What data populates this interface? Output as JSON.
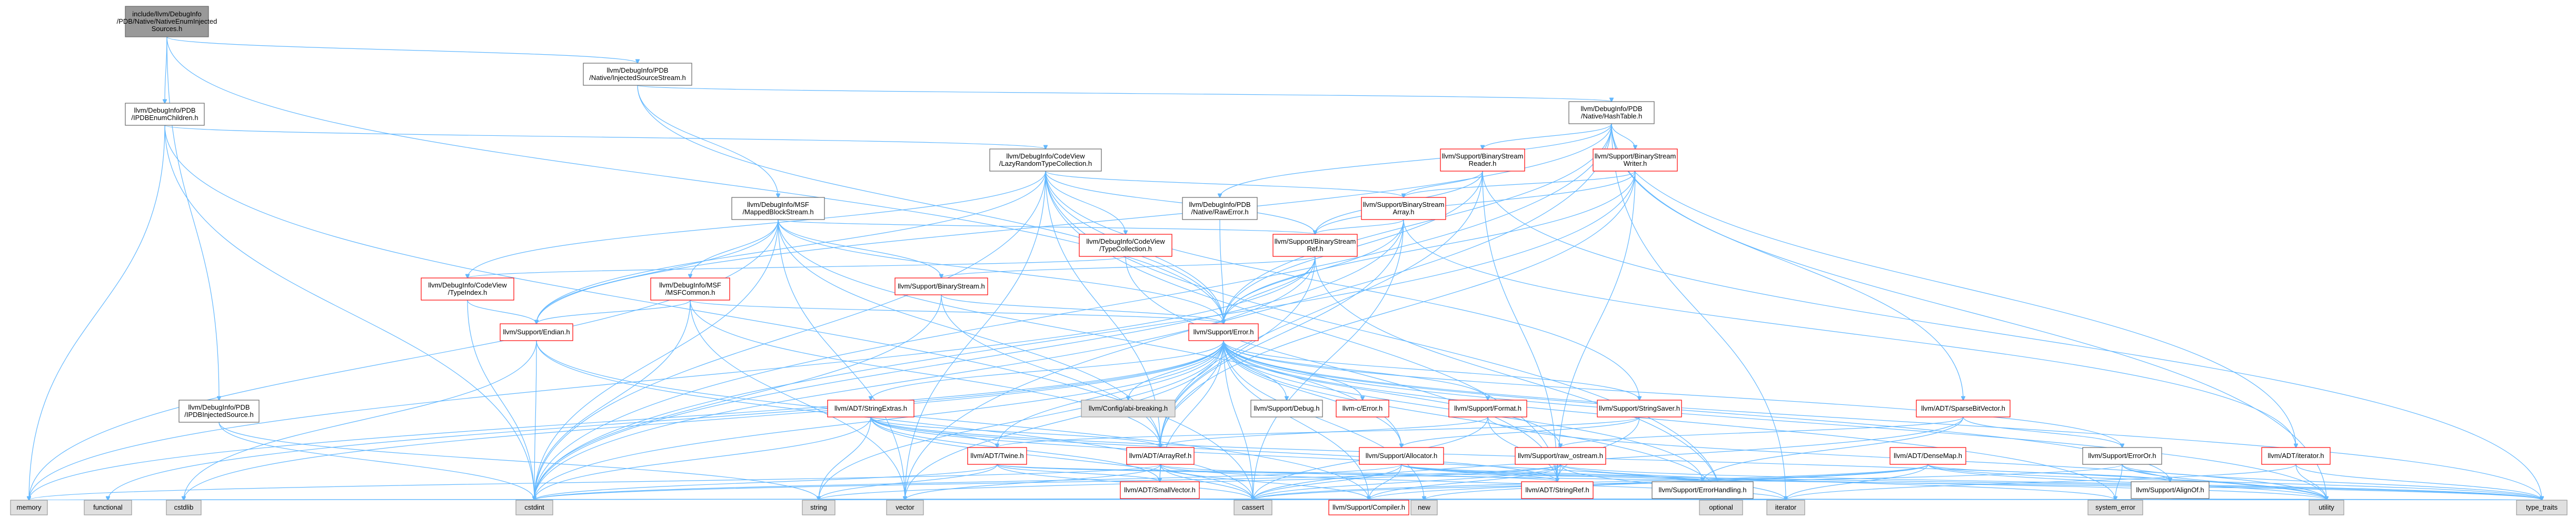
{
  "graph": {
    "nodes": [
      {
        "id": "root",
        "style": "root",
        "lines": [
          "include/llvm/DebugInfo",
          "/PDB/Native/NativeEnumInjected",
          "Sources.h"
        ]
      },
      {
        "id": "injsrcstream",
        "style": "white",
        "lines": [
          "llvm/DebugInfo/PDB",
          "/Native/InjectedSourceStream.h"
        ]
      },
      {
        "id": "ipdbenum",
        "style": "white",
        "lines": [
          "llvm/DebugInfo/PDB",
          "/IPDBEnumChildren.h"
        ]
      },
      {
        "id": "hashtable",
        "style": "white",
        "lines": [
          "llvm/DebugInfo/PDB",
          "/Native/HashTable.h"
        ]
      },
      {
        "id": "lazytype",
        "style": "white",
        "lines": [
          "llvm/DebugInfo/CodeView",
          "/LazyRandomTypeCollection.h"
        ]
      },
      {
        "id": "bsreader",
        "style": "red",
        "lines": [
          "llvm/Support/BinaryStream",
          "Reader.h"
        ]
      },
      {
        "id": "bswriter",
        "style": "red",
        "lines": [
          "llvm/Support/BinaryStream",
          "Writer.h"
        ]
      },
      {
        "id": "msf",
        "style": "white",
        "lines": [
          "llvm/DebugInfo/MSF",
          "/MappedBlockStream.h"
        ]
      },
      {
        "id": "rawerror",
        "style": "white",
        "lines": [
          "llvm/DebugInfo/PDB",
          "/Native/RawError.h"
        ]
      },
      {
        "id": "bsarray",
        "style": "red",
        "lines": [
          "llvm/Support/BinaryStream",
          "Array.h"
        ]
      },
      {
        "id": "typecoll",
        "style": "red",
        "lines": [
          "llvm/DebugInfo/CodeView",
          "/TypeCollection.h"
        ]
      },
      {
        "id": "bsref",
        "style": "red",
        "lines": [
          "llvm/Support/BinaryStream",
          "Ref.h"
        ]
      },
      {
        "id": "typeindex",
        "style": "red",
        "lines": [
          "llvm/DebugInfo/CodeView",
          "/TypeIndex.h"
        ]
      },
      {
        "id": "msfcommon",
        "style": "red",
        "lines": [
          "llvm/DebugInfo/MSF",
          "/MSFCommon.h"
        ]
      },
      {
        "id": "bstream",
        "style": "red",
        "lines": [
          "llvm/Support/BinaryStream.h"
        ]
      },
      {
        "id": "endian",
        "style": "red",
        "lines": [
          "llvm/Support/Endian.h"
        ]
      },
      {
        "id": "error",
        "style": "red",
        "lines": [
          "llvm/Support/Error.h"
        ]
      },
      {
        "id": "ipdbinj",
        "style": "white",
        "lines": [
          "llvm/DebugInfo/PDB",
          "/IPDBInjectedSource.h"
        ]
      },
      {
        "id": "stringextras",
        "style": "red",
        "lines": [
          "llvm/ADT/StringExtras.h"
        ]
      },
      {
        "id": "configbreak",
        "style": "grey",
        "lines": [
          "llvm/Config/abi-breaking.h"
        ]
      },
      {
        "id": "debug",
        "style": "white",
        "lines": [
          "llvm/Support/Debug.h"
        ]
      },
      {
        "id": "errorc",
        "style": "red",
        "lines": [
          "llvm-c/Error.h"
        ]
      },
      {
        "id": "format",
        "style": "red",
        "lines": [
          "llvm/Support/Format.h"
        ]
      },
      {
        "id": "saver",
        "style": "red",
        "lines": [
          "llvm/Support/StringSaver.h"
        ]
      },
      {
        "id": "sparsebv",
        "style": "red",
        "lines": [
          "llvm/ADT/SparseBitVector.h"
        ]
      },
      {
        "id": "twine",
        "style": "red",
        "lines": [
          "llvm/ADT/Twine.h"
        ]
      },
      {
        "id": "arrayref",
        "style": "red",
        "lines": [
          "llvm/ADT/ArrayRef.h"
        ]
      },
      {
        "id": "allocator",
        "style": "red",
        "lines": [
          "llvm/Support/Allocator.h"
        ]
      },
      {
        "id": "rawostream",
        "style": "red",
        "lines": [
          "llvm/Support/raw_ostream.h"
        ]
      },
      {
        "id": "denmap",
        "style": "red",
        "lines": [
          "llvm/ADT/DenseMap.h"
        ]
      },
      {
        "id": "erroror",
        "style": "white",
        "lines": [
          "llvm/Support/ErrorOr.h"
        ]
      },
      {
        "id": "adtiter",
        "style": "red",
        "lines": [
          "llvm/ADT/iterator.h"
        ]
      },
      {
        "id": "smallvec",
        "style": "red",
        "lines": [
          "llvm/ADT/SmallVector.h"
        ]
      },
      {
        "id": "stringref",
        "style": "red",
        "lines": [
          "llvm/ADT/StringRef.h"
        ]
      },
      {
        "id": "errhandling",
        "style": "white",
        "lines": [
          "llvm/Support/ErrorHandling.h"
        ]
      },
      {
        "id": "alignof",
        "style": "white",
        "lines": [
          "llvm/Support/AlignOf.h"
        ]
      },
      {
        "id": "compiler",
        "style": "red",
        "lines": [
          "llvm/Support/Compiler.h"
        ]
      },
      {
        "id": "cstdint",
        "style": "grey",
        "lines": [
          "cstdint"
        ]
      },
      {
        "id": "vector",
        "style": "grey",
        "lines": [
          "vector"
        ]
      },
      {
        "id": "optional",
        "style": "grey",
        "lines": [
          "optional"
        ]
      },
      {
        "id": "syserr",
        "style": "grey",
        "lines": [
          "system_error"
        ]
      },
      {
        "id": "memory",
        "style": "grey",
        "lines": [
          "memory"
        ]
      },
      {
        "id": "functional",
        "style": "grey",
        "lines": [
          "functional"
        ]
      },
      {
        "id": "cstdlib",
        "style": "grey",
        "lines": [
          "cstdlib"
        ]
      },
      {
        "id": "string",
        "style": "grey",
        "lines": [
          "string"
        ]
      },
      {
        "id": "cassert",
        "style": "grey",
        "lines": [
          "cassert"
        ]
      },
      {
        "id": "new",
        "style": "grey",
        "lines": [
          "new"
        ]
      },
      {
        "id": "iterator",
        "style": "grey",
        "lines": [
          "iterator"
        ]
      },
      {
        "id": "utility",
        "style": "grey",
        "lines": [
          "utility"
        ]
      },
      {
        "id": "typetraits",
        "style": "grey",
        "lines": [
          "type_traits"
        ]
      }
    ],
    "edges": [
      [
        "root",
        "injsrcstream"
      ],
      [
        "root",
        "ipdbenum"
      ],
      [
        "root",
        "ipdbinj"
      ],
      [
        "root",
        "error"
      ],
      [
        "injsrcstream",
        "hashtable"
      ],
      [
        "injsrcstream",
        "msf"
      ],
      [
        "injsrcstream",
        "error"
      ],
      [
        "ipdbenum",
        "lazytype"
      ],
      [
        "ipdbenum",
        "cassert"
      ],
      [
        "ipdbenum",
        "cstdint"
      ],
      [
        "ipdbenum",
        "memory"
      ],
      [
        "hashtable",
        "bsreader"
      ],
      [
        "hashtable",
        "bswriter"
      ],
      [
        "hashtable",
        "rawerror"
      ],
      [
        "hashtable",
        "sparsebv"
      ],
      [
        "hashtable",
        "iterator"
      ],
      [
        "hashtable",
        "error"
      ],
      [
        "hashtable",
        "cstdint"
      ],
      [
        "hashtable",
        "adtiter"
      ],
      [
        "hashtable",
        "utility"
      ],
      [
        "hashtable",
        "vector"
      ],
      [
        "hashtable",
        "endian"
      ],
      [
        "lazytype",
        "typecoll"
      ],
      [
        "lazytype",
        "typeindex"
      ],
      [
        "lazytype",
        "arrayref"
      ],
      [
        "lazytype",
        "bsarray"
      ],
      [
        "lazytype",
        "bsref"
      ],
      [
        "lazytype",
        "error"
      ],
      [
        "lazytype",
        "saver"
      ],
      [
        "lazytype",
        "endian"
      ],
      [
        "lazytype",
        "optional"
      ],
      [
        "lazytype",
        "cstdint"
      ],
      [
        "lazytype",
        "vector"
      ],
      [
        "lazytype",
        "stringref"
      ],
      [
        "bsreader",
        "bsarray"
      ],
      [
        "bsreader",
        "bsref"
      ],
      [
        "bsreader",
        "arrayref"
      ],
      [
        "bsreader",
        "error"
      ],
      [
        "bsreader",
        "stringref"
      ],
      [
        "bsreader",
        "typetraits"
      ],
      [
        "bswriter",
        "bsarray"
      ],
      [
        "bswriter",
        "bsref"
      ],
      [
        "bswriter",
        "arrayref"
      ],
      [
        "bswriter",
        "error"
      ],
      [
        "bswriter",
        "stringref"
      ],
      [
        "bswriter",
        "cstdint"
      ],
      [
        "msf",
        "msfcommon"
      ],
      [
        "msf",
        "bstream"
      ],
      [
        "msf",
        "bsref"
      ],
      [
        "msf",
        "error"
      ],
      [
        "msf",
        "allocator"
      ],
      [
        "msf",
        "endian"
      ],
      [
        "msf",
        "memory"
      ],
      [
        "msf",
        "cstdint"
      ],
      [
        "msf",
        "vector"
      ],
      [
        "msf",
        "arrayref"
      ],
      [
        "rawerror",
        "error"
      ],
      [
        "bsarray",
        "bsref"
      ],
      [
        "bsarray",
        "error"
      ],
      [
        "bsarray",
        "cassert"
      ],
      [
        "bsarray",
        "cstdint"
      ],
      [
        "bsarray",
        "arrayref"
      ],
      [
        "bsarray",
        "adtiter"
      ],
      [
        "typecoll",
        "typeindex"
      ],
      [
        "typecoll",
        "stringref"
      ],
      [
        "bsref",
        "bstream"
      ],
      [
        "bsref",
        "error"
      ],
      [
        "bsref",
        "arrayref"
      ],
      [
        "bsref",
        "cstdint"
      ],
      [
        "bsref",
        "memory"
      ],
      [
        "bsref",
        "optional"
      ],
      [
        "typeindex",
        "endian"
      ],
      [
        "typeindex",
        "cinttypes"
      ],
      [
        "typeindex",
        "cstdint"
      ],
      [
        "msfcommon",
        "arrayref"
      ],
      [
        "msfcommon",
        "endian"
      ],
      [
        "msfcommon",
        "error"
      ],
      [
        "msfcommon",
        "cstdint"
      ],
      [
        "msfcommon",
        "vector"
      ],
      [
        "bstream",
        "error"
      ],
      [
        "bstream",
        "arrayref"
      ],
      [
        "bstream",
        "cstdint"
      ],
      [
        "endian",
        "compiler"
      ],
      [
        "endian",
        "cassert"
      ],
      [
        "endian",
        "cstdint"
      ],
      [
        "endian",
        "cstdlib"
      ],
      [
        "ipdbinj",
        "cstdint"
      ],
      [
        "ipdbinj",
        "string"
      ],
      [
        "error",
        "stringextras"
      ],
      [
        "error",
        "configbreak"
      ],
      [
        "error",
        "debug"
      ],
      [
        "error",
        "errorc"
      ],
      [
        "error",
        "format"
      ],
      [
        "error",
        "saver"
      ],
      [
        "error",
        "twine"
      ],
      [
        "error",
        "arrayref"
      ],
      [
        "error",
        "allocator"
      ],
      [
        "error",
        "rawostream"
      ],
      [
        "error",
        "smallvec"
      ],
      [
        "error",
        "errhandling"
      ],
      [
        "error",
        "alignof"
      ],
      [
        "error",
        "erroror"
      ],
      [
        "error",
        "compiler"
      ],
      [
        "error",
        "cassert"
      ],
      [
        "error",
        "cstdint"
      ],
      [
        "error",
        "cstdlib"
      ],
      [
        "error",
        "functional"
      ],
      [
        "error",
        "memory"
      ],
      [
        "error",
        "new"
      ],
      [
        "error",
        "optional"
      ],
      [
        "error",
        "string"
      ],
      [
        "error",
        "syserr"
      ],
      [
        "error",
        "typetraits"
      ],
      [
        "error",
        "utility"
      ],
      [
        "error",
        "vector"
      ],
      [
        "stringextras",
        "arrayref"
      ],
      [
        "stringextras",
        "smallvec"
      ],
      [
        "stringextras",
        "stringref"
      ],
      [
        "stringextras",
        "twine"
      ],
      [
        "stringextras",
        "cassert"
      ],
      [
        "stringextras",
        "cstdint"
      ],
      [
        "stringextras",
        "iterator"
      ],
      [
        "stringextras",
        "string"
      ],
      [
        "stringextras",
        "utility"
      ],
      [
        "format",
        "arrayref"
      ],
      [
        "format",
        "stringref"
      ],
      [
        "format",
        "cassert"
      ],
      [
        "format",
        "utility"
      ],
      [
        "saver",
        "allocator"
      ],
      [
        "saver",
        "stringref"
      ],
      [
        "saver",
        "twine"
      ],
      [
        "sparsebv",
        "erroror"
      ],
      [
        "sparsebv",
        "errhandling"
      ],
      [
        "sparsebv",
        "rawostream"
      ],
      [
        "sparsebv",
        "cassert"
      ],
      [
        "twine",
        "smallvec"
      ],
      [
        "twine",
        "stringref"
      ],
      [
        "twine",
        "errhandling"
      ],
      [
        "twine",
        "cassert"
      ],
      [
        "twine",
        "cstdint"
      ],
      [
        "twine",
        "string"
      ],
      [
        "arrayref",
        "smallvec"
      ],
      [
        "arrayref",
        "compiler"
      ],
      [
        "arrayref",
        "cassert"
      ],
      [
        "arrayref",
        "iterator"
      ],
      [
        "arrayref",
        "memory"
      ],
      [
        "arrayref",
        "typetraits"
      ],
      [
        "arrayref",
        "vector"
      ],
      [
        "allocator",
        "compiler"
      ],
      [
        "allocator",
        "errhandling"
      ],
      [
        "allocator",
        "cassert"
      ],
      [
        "allocator",
        "cstdint"
      ],
      [
        "allocator",
        "typetraits"
      ],
      [
        "allocator",
        "utility"
      ],
      [
        "allocator",
        "stringref"
      ],
      [
        "rawostream",
        "stringref"
      ],
      [
        "rawostream",
        "compiler"
      ],
      [
        "rawostream",
        "cassert"
      ],
      [
        "rawostream",
        "cstdint"
      ],
      [
        "rawostream",
        "optional"
      ],
      [
        "rawostream",
        "string"
      ],
      [
        "rawostream",
        "syserr"
      ],
      [
        "rawostream",
        "typetraits"
      ],
      [
        "denmap",
        "alignof"
      ],
      [
        "denmap",
        "compiler"
      ],
      [
        "denmap",
        "cassert"
      ],
      [
        "denmap",
        "iterator"
      ],
      [
        "denmap",
        "new"
      ],
      [
        "denmap",
        "typetraits"
      ],
      [
        "denmap",
        "utility"
      ],
      [
        "erroror",
        "alignof"
      ],
      [
        "erroror",
        "cassert"
      ],
      [
        "erroror",
        "syserr"
      ],
      [
        "erroror",
        "typetraits"
      ],
      [
        "erroror",
        "utility"
      ],
      [
        "adtiter",
        "iterator"
      ],
      [
        "adtiter",
        "typetraits"
      ],
      [
        "adtiter",
        "utility"
      ],
      [
        "smallvec",
        "compiler"
      ],
      [
        "smallvec",
        "cassert"
      ],
      [
        "smallvec",
        "cstdlib"
      ],
      [
        "smallvec",
        "functional"
      ],
      [
        "smallvec",
        "iterator"
      ],
      [
        "smallvec",
        "memory"
      ],
      [
        "smallvec",
        "new"
      ],
      [
        "smallvec",
        "typetraits"
      ],
      [
        "smallvec",
        "utility"
      ],
      [
        "smallvec",
        "string"
      ],
      [
        "stringref",
        "compiler"
      ],
      [
        "stringref",
        "cassert"
      ],
      [
        "stringref",
        "iterator"
      ],
      [
        "stringref",
        "string"
      ],
      [
        "stringref",
        "typetraits"
      ],
      [
        "stringref",
        "utility"
      ],
      [
        "errhandling",
        "compiler"
      ],
      [
        "alignof",
        "typetraits"
      ]
    ]
  }
}
